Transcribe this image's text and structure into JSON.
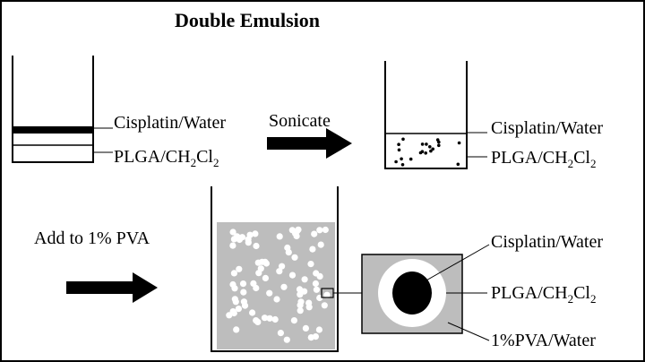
{
  "title": "Double Emulsion",
  "step1": {
    "top_layer_label": "Cisplatin/Water",
    "bottom_layer_label": {
      "base": "PLGA/CH",
      "sub1": "2",
      "mid": "Cl",
      "sub2": "2"
    }
  },
  "sonicate_label": "Sonicate",
  "step2": {
    "top_label": "Cisplatin/Water",
    "bottom_label": {
      "base": "PLGA/CH",
      "sub1": "2",
      "mid": "Cl",
      "sub2": "2"
    }
  },
  "add_label": "Add to 1% PVA",
  "detail": {
    "core_label": "Cisplatin/Water",
    "shell_label": {
      "base": "PLGA/CH",
      "sub1": "2",
      "mid": "Cl",
      "sub2": "2"
    },
    "medium_label": "1%PVA/Water"
  },
  "colors": {
    "ink": "#000000",
    "fill_grey": "#bdbdbd",
    "droplet": "#ffffff"
  }
}
